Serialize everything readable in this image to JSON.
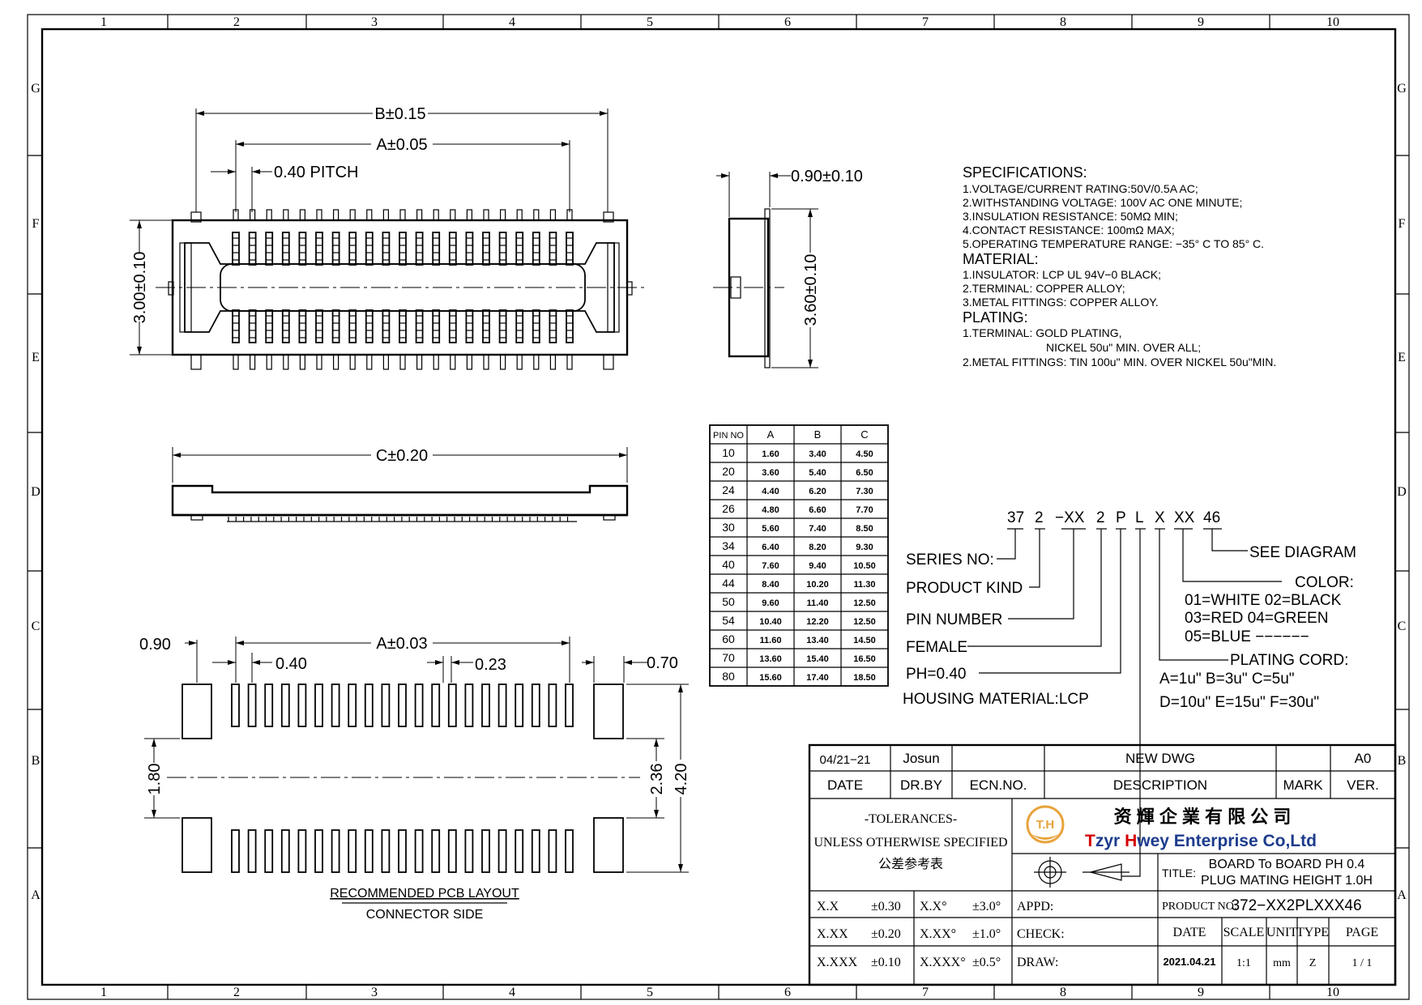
{
  "frame": {
    "columns": [
      "1",
      "2",
      "3",
      "4",
      "5",
      "6",
      "7",
      "8",
      "9",
      "10"
    ],
    "rows": [
      "G",
      "F",
      "E",
      "D",
      "C",
      "B",
      "A"
    ]
  },
  "top_view": {
    "dim_b": "B±0.15",
    "dim_a": "A±0.05",
    "pitch": "0.40 PITCH",
    "height": "3.00±0.10"
  },
  "side_view": {
    "thickness": "0.90±0.10",
    "height": "3.60±0.10"
  },
  "front_view": {
    "dim_c": "C±0.20"
  },
  "pcb_layout": {
    "dim_left": "0.90",
    "dim_a": "A±0.03",
    "dim_pitch": "0.40",
    "dim_pad": "0.23",
    "dim_right": "0.70",
    "dim_gap": "1.80",
    "dim_inner": "2.36",
    "dim_outer": "4.20",
    "caption_1": "RECOMMENDED PCB LAYOUT",
    "caption_2": "CONNECTOR SIDE"
  },
  "pin_table": {
    "headers": [
      "PIN NO",
      "A",
      "B",
      "C"
    ],
    "rows": [
      [
        "10",
        "1.60",
        "3.40",
        "4.50"
      ],
      [
        "20",
        "3.60",
        "5.40",
        "6.50"
      ],
      [
        "24",
        "4.40",
        "6.20",
        "7.30"
      ],
      [
        "26",
        "4.80",
        "6.60",
        "7.70"
      ],
      [
        "30",
        "5.60",
        "7.40",
        "8.50"
      ],
      [
        "34",
        "6.40",
        "8.20",
        "9.30"
      ],
      [
        "40",
        "7.60",
        "9.40",
        "10.50"
      ],
      [
        "44",
        "8.40",
        "10.20",
        "11.30"
      ],
      [
        "50",
        "9.60",
        "11.40",
        "12.50"
      ],
      [
        "54",
        "10.40",
        "12.20",
        "12.50"
      ],
      [
        "60",
        "11.60",
        "13.40",
        "14.50"
      ],
      [
        "70",
        "13.60",
        "15.40",
        "16.50"
      ],
      [
        "80",
        "15.60",
        "17.40",
        "18.50"
      ]
    ]
  },
  "specs": {
    "lines": [
      "SPECIFICATIONS:",
      "1.VOLTAGE/CURRENT RATING:50V/0.5A AC;",
      "2.WITHSTANDING VOLTAGE: 100V AC ONE MINUTE;",
      "3.INSULATION RESISTANCE: 50MΩ MIN;",
      "4.CONTACT RESISTANCE: 100mΩ MAX;",
      "5.OPERATING TEMPERATURE RANGE: −35° C TO 85° C.",
      "MATERIAL:",
      "1.INSULATOR: LCP UL 94V−0 BLACK;",
      "2.TERMINAL: COPPER ALLOY;",
      "3.METAL FITTINGS: COPPER ALLOY.",
      "PLATING:",
      "1.TERMINAL: GOLD PLATING,",
      "NICKEL 50u\" MIN. OVER ALL;",
      "2.METAL FITTINGS: TIN 100u\" MIN. OVER NICKEL 50u\"MIN."
    ]
  },
  "part_number": {
    "segments": [
      "37",
      "2",
      "−XX",
      "2",
      "P",
      "L",
      "X",
      "XX",
      "46"
    ],
    "series": "SERIES NO:",
    "kind": "PRODUCT KIND",
    "pin_number": "PIN NUMBER",
    "female": "FEMALE",
    "pitch": "PH=0.40",
    "housing": "HOUSING MATERIAL:LCP",
    "see_diagram": "SEE DIAGRAM",
    "color": "COLOR:",
    "color_1": "01=WHITE  02=BLACK",
    "color_2": "03=RED    04=GREEN",
    "color_3": "05=BLUE  −−−−−−",
    "plating": "PLATING CORD:",
    "plating_1": "A=1u\"   B=3u\"   C=5u\"",
    "plating_2": "D=10u\"  E=15u\"  F=30u\""
  },
  "title_block": {
    "rev_date": "04/21−21",
    "rev_by": "Josun",
    "rev_desc": "NEW DWG",
    "rev_ver": "A0",
    "h_date": "DATE",
    "h_drby": "DR.BY",
    "h_ecn": "ECN.NO.",
    "h_desc": "DESCRIPTION",
    "h_mark": "MARK",
    "h_ver": "VER.",
    "tol_title": "-TOLERANCES-",
    "tol_sub": "UNLESS OTHERWISE SPECIFIED",
    "tol_cn": "公差参考表",
    "logo_text": "T.H",
    "company_cn": "资 輝 企 業 有 限 公 司",
    "company_en_1": "T",
    "company_en_2": "zyr ",
    "company_en_3": "H",
    "company_en_4": "wey Enterprise Co,Ltd",
    "title_label": "TITLE:",
    "title_1": "BOARD To BOARD PH 0.4",
    "title_2": "PLUG MATING HEIGHT 1.0H",
    "tol_rows": [
      [
        "X.X",
        "±0.30",
        "X.X°",
        "±3.0°"
      ],
      [
        "X.XX",
        "±0.20",
        "X.XX°",
        "±1.0°"
      ],
      [
        "X.XXX",
        "±0.10",
        "X.XXX°",
        "±0.5°"
      ]
    ],
    "appd": "APPD:",
    "check": "CHECK:",
    "draw": "DRAW:",
    "product_label": "PRODUCT NO:",
    "product_no": "372−XX2PLXXX46",
    "f_date": "DATE",
    "f_scale": "SCALE",
    "f_unit": "UNIT",
    "f_type": "TYPE",
    "f_page": "PAGE",
    "v_date": "2021.04.21",
    "v_scale": "1:1",
    "v_unit": "mm",
    "v_type": "Z",
    "v_page": "1 / 1",
    "logo_color": "#e8a33c",
    "red": "#d40000",
    "blue": "#1d3c8c"
  }
}
